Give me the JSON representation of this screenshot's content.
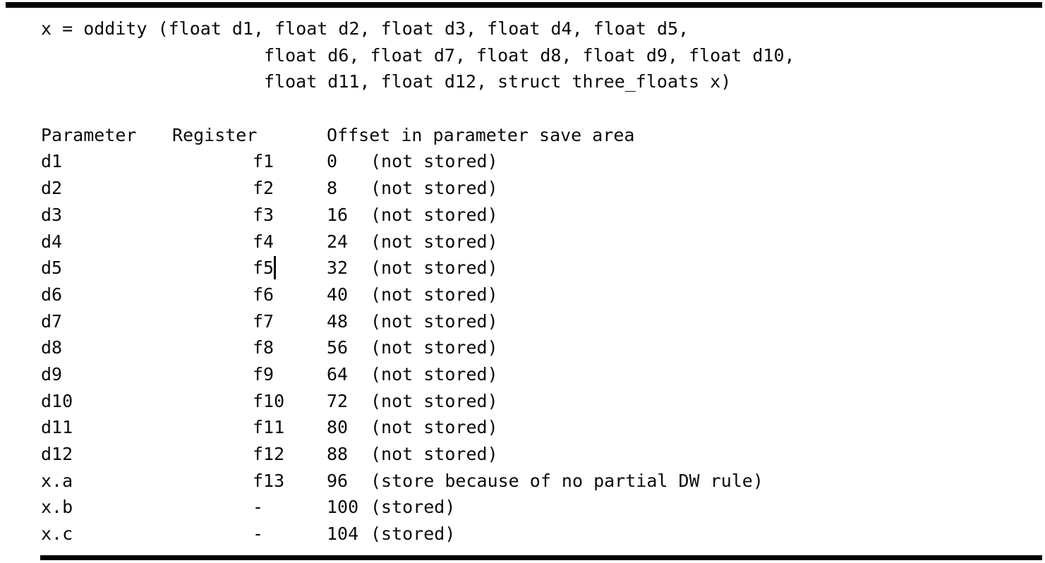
{
  "figure": {
    "code": {
      "line1": "x = oddity (float d1, float d2, float d3, float d4, float d5,",
      "line2": "float d6, float d7, float d8, float d9, float d10,",
      "line3": "float d11, float d12, struct three_floats x)"
    },
    "table": {
      "headers": {
        "parameter": "Parameter",
        "register": "Register",
        "offset": "Offset in parameter save area"
      },
      "rows": [
        {
          "parameter": "d1",
          "register": "f1",
          "offset": "0",
          "note": "(not stored)"
        },
        {
          "parameter": "d2",
          "register": "f2",
          "offset": "8",
          "note": "(not stored)"
        },
        {
          "parameter": "d3",
          "register": "f3",
          "offset": "16",
          "note": "(not stored)"
        },
        {
          "parameter": "d4",
          "register": "f4",
          "offset": "24",
          "note": "(not stored)"
        },
        {
          "parameter": "d5",
          "register": "f5",
          "offset": "32",
          "note": "(not stored)"
        },
        {
          "parameter": "d6",
          "register": "f6",
          "offset": "40",
          "note": "(not stored)"
        },
        {
          "parameter": "d7",
          "register": "f7",
          "offset": "48",
          "note": "(not stored)"
        },
        {
          "parameter": "d8",
          "register": "f8",
          "offset": "56",
          "note": "(not stored)"
        },
        {
          "parameter": "d9",
          "register": "f9",
          "offset": "64",
          "note": "(not stored)"
        },
        {
          "parameter": "d10",
          "register": "f10",
          "offset": "72",
          "note": "(not stored)"
        },
        {
          "parameter": "d11",
          "register": "f11",
          "offset": "80",
          "note": "(not stored)"
        },
        {
          "parameter": "d12",
          "register": "f12",
          "offset": "88",
          "note": "(not stored)"
        },
        {
          "parameter": "x.a",
          "register": "f13",
          "offset": "96",
          "note": "(store because of no partial DW rule)"
        },
        {
          "parameter": "x.b",
          "register": "-",
          "offset": "100",
          "note": "(stored)"
        },
        {
          "parameter": "x.c",
          "register": "-",
          "offset": "104",
          "note": "(stored)"
        }
      ]
    },
    "colors": {
      "background": "#ffffff",
      "text": "#0a0a0a",
      "rule": "#000000"
    }
  }
}
